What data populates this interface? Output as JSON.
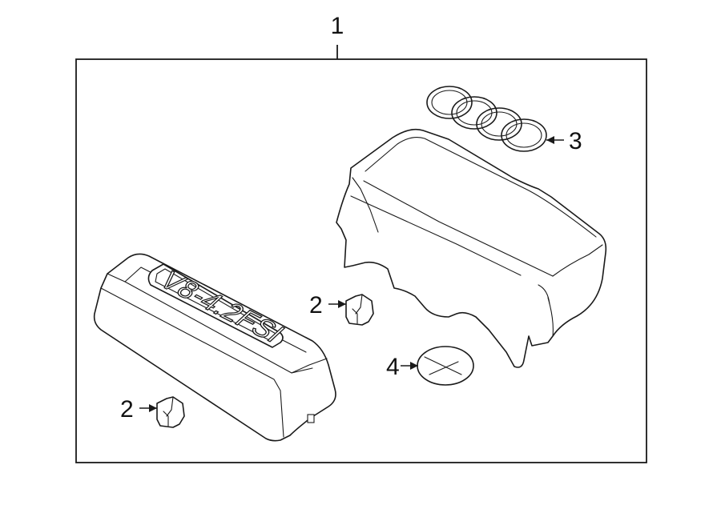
{
  "diagram": {
    "callouts": {
      "assembly": "1",
      "clip_right": "2",
      "clip_left": "2",
      "rings_emblem": "3",
      "round_emblem": "4"
    },
    "engine_badge_text": "V8-4.2FSI",
    "colors": {
      "line": "#1a1a1a",
      "background": "#ffffff"
    }
  }
}
